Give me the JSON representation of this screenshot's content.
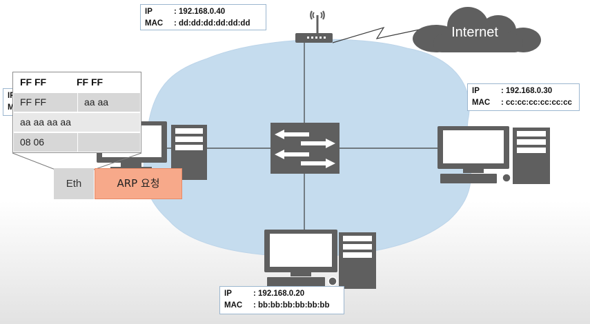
{
  "colors": {
    "network_fill": "#c5dcee",
    "device": "#5f5f5f",
    "cloud": "#5f5f5f",
    "arp_packet": "#f7a98a",
    "eth_header": "#d6d6d6",
    "info_border": "#9bb6cf"
  },
  "router_info": {
    "ip_key": "IP",
    "ip": ": 192.168.0.40",
    "mac_key": "MAC",
    "mac": ": dd:dd:dd:dd:dd:dd"
  },
  "pc_right_info": {
    "ip_key": "IP",
    "ip": ": 192.168.0.30",
    "mac_key": "MAC",
    "mac": ": cc:cc:cc:cc:cc:cc"
  },
  "pc_bottom_info": {
    "ip_key": "IP",
    "ip": ": 192.168.0.20",
    "mac_key": "MAC",
    "mac": ": bb:bb:bb:bb:bb:bb"
  },
  "pc_left_info": {
    "ip_key": "IP",
    "mac_key": "MAC"
  },
  "cloud": {
    "label": "Internet"
  },
  "frame_table": {
    "rows": [
      [
        "FF   FF",
        "FF FF"
      ],
      [
        "FF   FF",
        "aa   aa"
      ],
      [
        "aa   aa     aa   aa"
      ],
      [
        "08   06",
        ""
      ]
    ]
  },
  "packet": {
    "eth_label": "Eth",
    "arp_label": "ARP 요청"
  },
  "icons": [
    "switch-icon",
    "router-icon",
    "cloud-icon",
    "computer-icon"
  ]
}
